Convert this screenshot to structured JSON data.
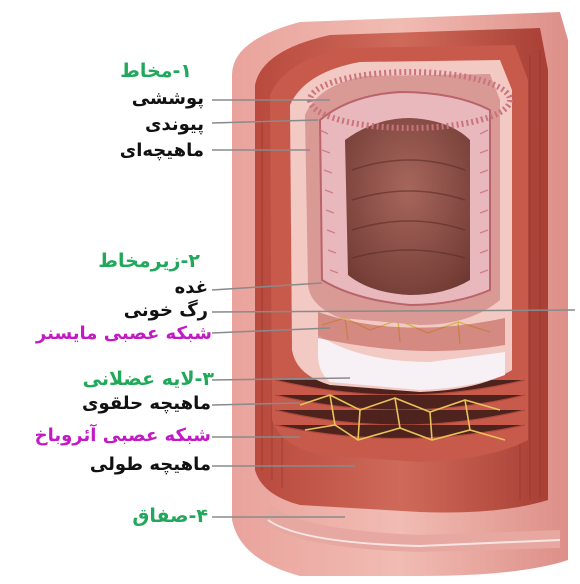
{
  "labels": {
    "mucosa": "۱-مخاط",
    "epithelium": "پوششی",
    "connective": "پیوندی",
    "muscularis_mucosae": "ماهیچه‌ای",
    "submucosa": "۲-زیرمخاط",
    "gland": "غده",
    "blood_vessel": "رگ خونی",
    "meissner_plexus": "شبکه عصبی مایسنر",
    "muscular_layer": "۳-لایه عضلانی",
    "circular_muscle": "ماهیچه حلقوی",
    "auerbach_plexus": "شبکه عصبی آئروباخ",
    "longitudinal_muscle": "ماهیچه طولی",
    "serosa": "۴-صفاق"
  },
  "colors": {
    "layer_heading": "#22a85a",
    "plexus_label": "#c21bc4",
    "label_text": "#111111"
  }
}
